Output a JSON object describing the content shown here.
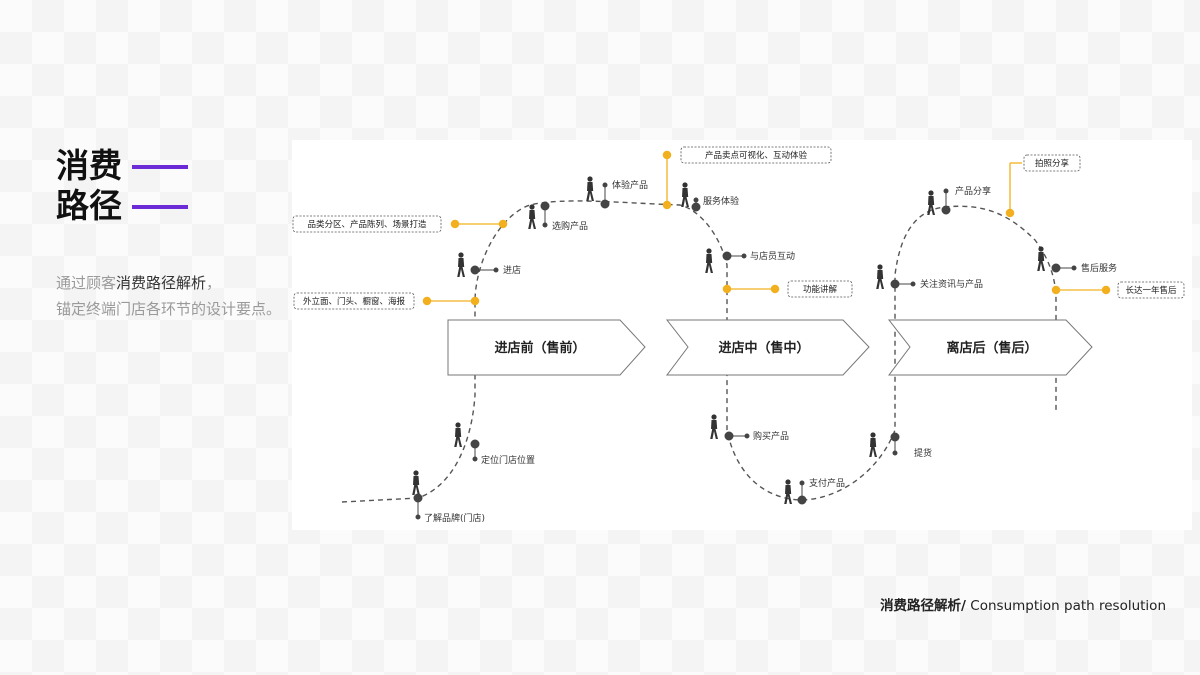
{
  "title": {
    "line1": "消费",
    "line2": "路径"
  },
  "intro": {
    "line1_pre": "通过顾客",
    "line1_hl": "消费路径解析",
    "line1_post": "，",
    "line2": "锚定终端门店各环节的设计要点。"
  },
  "stages": [
    "进店前（售前）",
    "进店中（售中）",
    "离店后（售后）"
  ],
  "steps": [
    "了解品牌(门店)",
    "定位门店位置",
    "进店",
    "选购产品",
    "体验产品",
    "服务体验",
    "与店员互动",
    "购买产品",
    "支付产品",
    "提货",
    "关注资讯与产品",
    "产品分享",
    "售后服务"
  ],
  "points": [
    "外立面、门头、橱窗、海报",
    "品类分区、产品陈列、场景打造",
    "产品卖点可视化、互动体验",
    "功能讲解",
    "拍照分享",
    "长达一年售后"
  ],
  "footer": {
    "bold": "消费路径解析/",
    "text": " Consumption path resolution"
  },
  "colors": {
    "accent": "#f2b01e",
    "purple": "#6b2bd6",
    "ink": "#333333"
  }
}
